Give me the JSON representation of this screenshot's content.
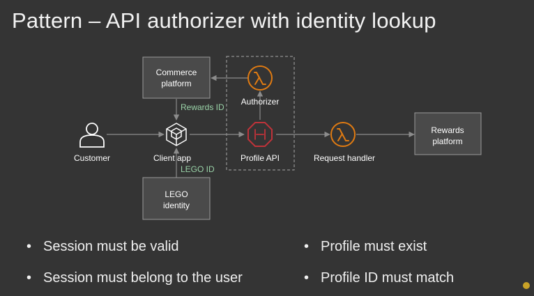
{
  "slide": {
    "title": "Pattern – API authorizer with identity lookup"
  },
  "diagram": {
    "boxes": {
      "commerce_line1": "Commerce",
      "commerce_line2": "platform",
      "lego_line1": "LEGO",
      "lego_line2": "identity",
      "rewards_line1": "Rewards",
      "rewards_line2": "platform"
    },
    "labels": {
      "customer": "Customer",
      "client_app": "Client app",
      "authorizer": "Authorizer",
      "profile_api": "Profile API",
      "request_handler": "Request handler",
      "rewards_id": "Rewards ID",
      "lego_id": "LEGO ID"
    },
    "colors": {
      "background": "#343434",
      "box_fill": "#4a4a4a",
      "box_stroke": "#9a9a9a",
      "lambda": "#e07b12",
      "api_gateway": "#c0333a",
      "id_label": "#9ad3a8",
      "arrow": "#8c8c8c"
    }
  },
  "bullets": {
    "left": [
      "Session must be valid",
      "Session must belong to the user"
    ],
    "right": [
      "Profile must exist",
      "Profile ID must match"
    ]
  }
}
